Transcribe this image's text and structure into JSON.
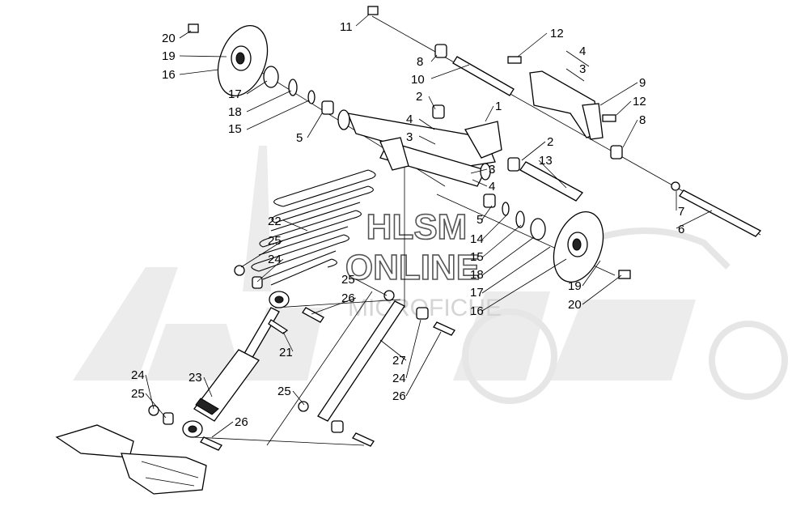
{
  "watermark": {
    "line1": "HLSM",
    "line2": "ONLINE",
    "line3": "MICROFICHE"
  },
  "labels": {
    "l1": "1",
    "l2a": "2",
    "l2b": "2",
    "l3a": "3",
    "l3b": "3",
    "l3c": "3",
    "l4a": "4",
    "l4b": "4",
    "l4c": "4",
    "l5a": "5",
    "l5b": "5",
    "l6": "6",
    "l7": "7",
    "l8a": "8",
    "l8b": "8",
    "l9": "9",
    "l10": "10",
    "l11": "11",
    "l12a": "12",
    "l12b": "12",
    "l13": "13",
    "l14": "14",
    "l15a": "15",
    "l15b": "15",
    "l16a": "16",
    "l16b": "16",
    "l17a": "17",
    "l17b": "17",
    "l18a": "18",
    "l18b": "18",
    "l19a": "19",
    "l19b": "19",
    "l20a": "20",
    "l20b": "20",
    "l21": "21",
    "l22": "22",
    "l23": "23",
    "l24a": "24",
    "l24b": "24",
    "l24c": "24",
    "l25a": "25",
    "l25b": "25",
    "l25c": "25",
    "l25d": "25",
    "l26a": "26",
    "l26b": "26",
    "l26c": "26",
    "l27": "27"
  }
}
